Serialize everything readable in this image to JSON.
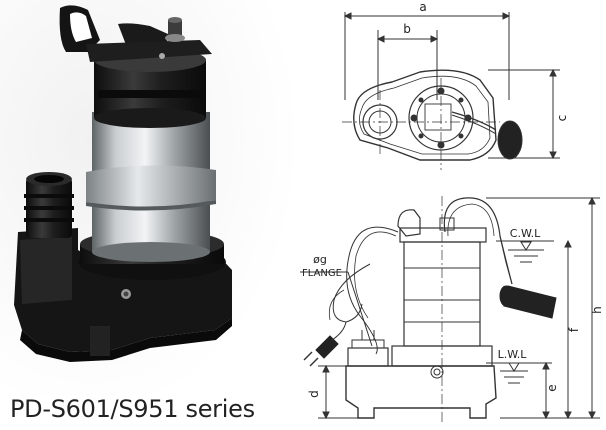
{
  "product": {
    "series_label": "PD-S601/S951 series"
  },
  "top_view": {
    "dim_a": "a",
    "dim_b": "b",
    "dim_c": "c"
  },
  "side_view": {
    "dim_g": "øg",
    "flange_label": "FLANGE",
    "cwl_label": "C.W.L",
    "lwl_label": "L.W.L",
    "dim_h": "h",
    "dim_f": "f",
    "dim_e": "e",
    "dim_d": "d"
  },
  "colors": {
    "pump_body": "#1c1c1c",
    "steel": "#b9bdc0",
    "line": "#333333"
  }
}
